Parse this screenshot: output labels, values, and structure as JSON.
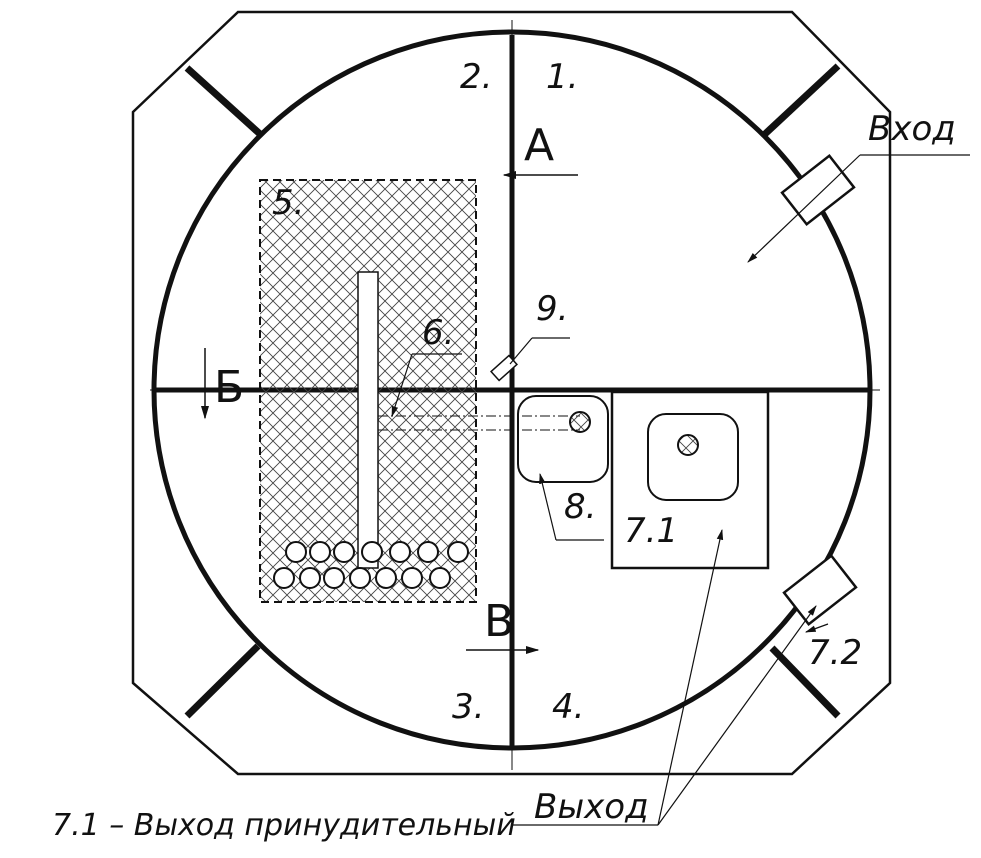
{
  "labels": {
    "zone_1": "1.",
    "zone_2": "2.",
    "zone_3": "3.",
    "zone_4": "4.",
    "zone_5": "5.",
    "zone_6": "6.",
    "zone_7_1": "7.1",
    "zone_7_2": "7.2",
    "zone_8": "8.",
    "zone_9": "9.",
    "section_a": "А",
    "section_b": "Б",
    "section_v": "В",
    "entrance": "Вход",
    "exit": "Выход"
  },
  "caption": "7.1 – Выход принудительный"
}
